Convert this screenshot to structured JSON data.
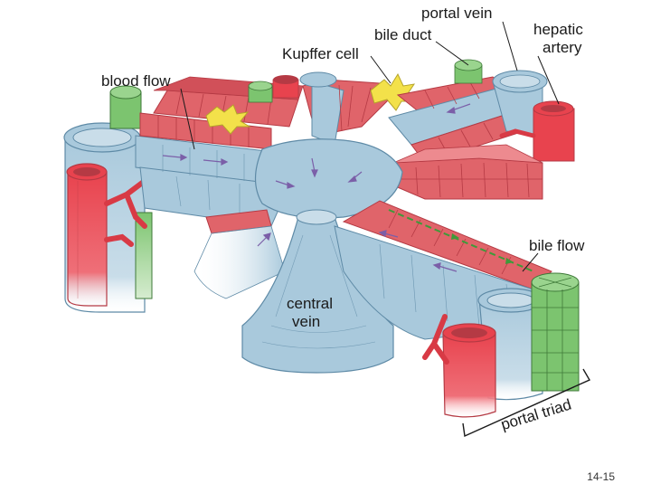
{
  "labels": {
    "portal_vein": "portal vein",
    "bile_duct": "bile duct",
    "kupffer_cell": "Kupffer cell",
    "hepatic_artery_line1": "hepatic",
    "hepatic_artery_line2": "artery",
    "blood_flow": "blood flow",
    "bile_flow": "bile flow",
    "central_vein_line1": "central",
    "central_vein_line2": "vein",
    "portal_triad": "portal triad"
  },
  "slide_number": "14-15",
  "colors": {
    "vessel_blue": "#a9c9dc",
    "vessel_blue_dark": "#5e8aa6",
    "hepatocyte_red": "#e0646a",
    "hepatocyte_red_dark": "#b53a44",
    "artery_red": "#e8434e",
    "bile_green": "#7cc46f",
    "kupffer_yellow": "#f3e14a",
    "arrow_purple": "#7b5fa8"
  }
}
